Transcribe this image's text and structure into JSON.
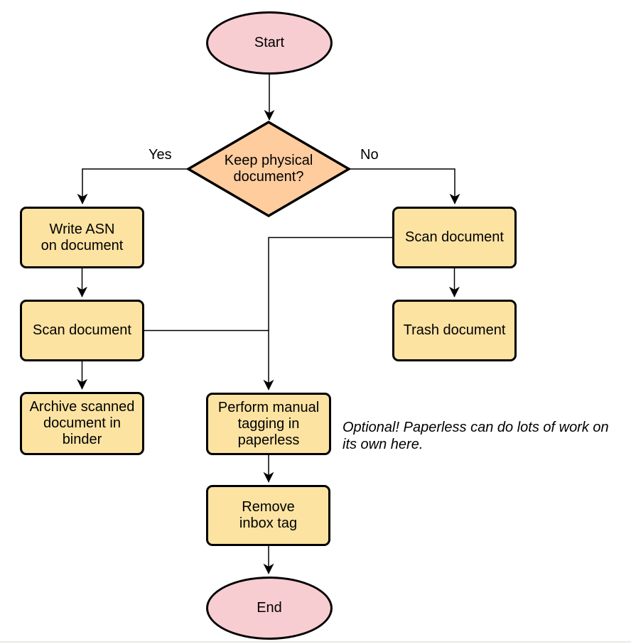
{
  "colors": {
    "terminal_fill": "#f8cdd1",
    "decision_fill": "#ffcc9e",
    "process_fill": "#fce3a2",
    "outline": "#000000",
    "background": "#ffffff"
  },
  "nodes": {
    "start": {
      "label": "Start",
      "shape": "ellipse"
    },
    "decision": {
      "label": "Keep physical\ndocument?",
      "shape": "diamond"
    },
    "write_asn": {
      "label": "Write ASN\non document",
      "shape": "rounded-rect"
    },
    "scan_keep": {
      "label": "Scan document",
      "shape": "rounded-rect"
    },
    "archive": {
      "label": "Archive scanned\ndocument in\nbinder",
      "shape": "rounded-rect"
    },
    "scan_toss": {
      "label": "Scan document",
      "shape": "rounded-rect"
    },
    "trash": {
      "label": "Trash document",
      "shape": "rounded-rect"
    },
    "tagging": {
      "label": "Perform manual\ntagging in\npaperless",
      "shape": "rounded-rect"
    },
    "remove_inbox_tag": {
      "label": "Remove\ninbox tag",
      "shape": "rounded-rect"
    },
    "end": {
      "label": "End",
      "shape": "ellipse"
    }
  },
  "edge_labels": {
    "yes": "Yes",
    "no": "No"
  },
  "note": {
    "text": "Optional! Paperless can do lots of work on\nits own here."
  }
}
